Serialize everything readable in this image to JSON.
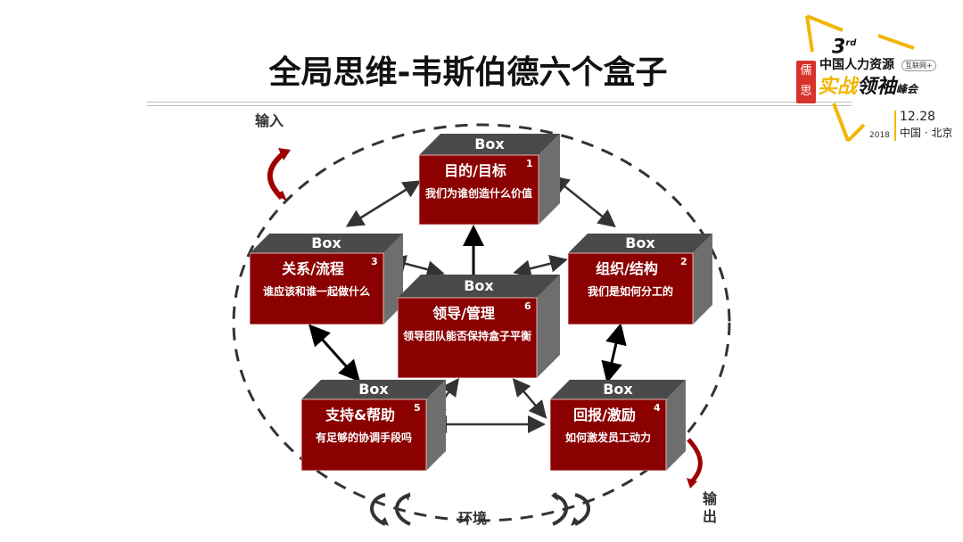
{
  "slide": {
    "title": "全局思维-韦斯伯德六个盒子"
  },
  "logo": {
    "seal": "儒思",
    "edition": "3",
    "edition_suffix": "rd",
    "line1": "中国人力资源",
    "badge": "互联网+",
    "line2_a": "实战",
    "line2_b": "领袖",
    "line2_c": "峰会",
    "year": "2018",
    "date": "12.28",
    "city": "中国 · 北京"
  },
  "diagram": {
    "boxes": [
      {
        "id": "purpose",
        "label": "Box",
        "number": "1",
        "title": "目的/目标",
        "desc": "我们为谁创造什么价值"
      },
      {
        "id": "relationships",
        "label": "Box",
        "number": "3",
        "title": "关系/流程",
        "desc": "谁应该和谁一起做什么"
      },
      {
        "id": "structure",
        "label": "Box",
        "number": "2",
        "title": "组织/结构",
        "desc": "我们是如何分工的"
      },
      {
        "id": "leadership",
        "label": "Box",
        "number": "6",
        "title": "领导/管理",
        "desc": "领导团队能否保持盒子平衡"
      },
      {
        "id": "helpful-mechanisms",
        "label": "Box",
        "number": "5",
        "title": "支持&帮助",
        "desc": "有足够的协调手段吗"
      },
      {
        "id": "rewards",
        "label": "Box",
        "number": "4",
        "title": "回报/激励",
        "desc": "如何激发员工动力"
      }
    ],
    "input_label": "输入",
    "output_label": "输出",
    "environment_label": "环境"
  },
  "colors": {
    "box_front": "#8b0000",
    "box_top": "#4a4a4a",
    "box_side": "#6e6e6e",
    "arrow": "#333333",
    "accent_yellow": "#f2b600",
    "seal_red": "#d7332a"
  }
}
